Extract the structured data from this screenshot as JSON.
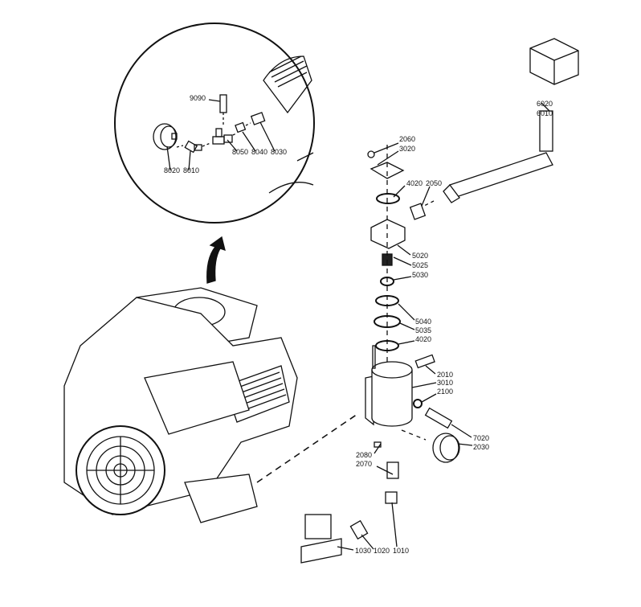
{
  "diagram": {
    "inset_labels": {
      "p9090": "9090",
      "p8020": "8020",
      "p8010": "8010",
      "p8050": "8050",
      "p8040": "8040",
      "p8030": "8030"
    },
    "labels": {
      "p6020": "6020",
      "p6010": "6010",
      "p2060": "2060",
      "p3020": "3020",
      "p4020a": "4020",
      "p2050": "2050",
      "p5020": "5020",
      "p5025": "5025",
      "p5030": "5030",
      "p5040": "5040",
      "p5035": "5035",
      "p4020b": "4020",
      "p2010": "2010",
      "p3010": "3010",
      "p2100": "2100",
      "p7020": "7020",
      "p2030": "2030",
      "p2080": "2080",
      "p2070": "2070",
      "p1030": "1030",
      "p1020": "1020",
      "p1010": "1010"
    }
  }
}
